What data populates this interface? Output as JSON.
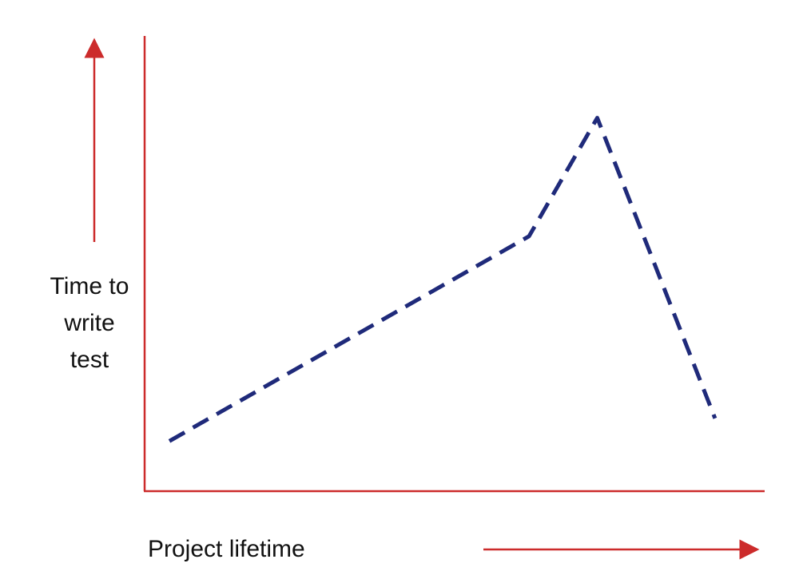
{
  "chart_data": {
    "type": "line",
    "title": "",
    "xlabel": "Project lifetime",
    "ylabel_lines": [
      "Time to",
      "write",
      "test"
    ],
    "x": [
      0.04,
      0.62,
      0.73,
      0.92
    ],
    "series": [
      {
        "values": [
          0.11,
          0.56,
          0.82,
          0.16
        ]
      }
    ],
    "xlim": [
      0,
      1
    ],
    "ylim": [
      0,
      1
    ],
    "grid": false,
    "legend": "none"
  },
  "colors": {
    "axis": "#cc2b2b",
    "line": "#1f2a7a",
    "text": "#111111"
  }
}
